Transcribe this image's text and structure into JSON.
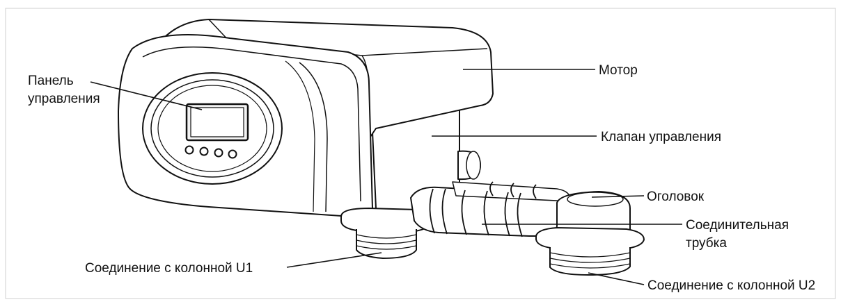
{
  "labels": {
    "control_panel_line1": "Панель",
    "control_panel_line2": "управления",
    "motor": "Мотор",
    "control_valve": "Клапан управления",
    "head": "Оголовок",
    "connecting_tube_line1": "Соединительная",
    "connecting_tube_line2": "трубка",
    "column_connection_u1": "Соединение с колонной U1",
    "column_connection_u2": "Соединение с колонной U2"
  },
  "colors": {
    "line": "#111111",
    "fill": "#ffffff",
    "shade": "#e9e9e9",
    "screen": "#f2f2f2"
  }
}
